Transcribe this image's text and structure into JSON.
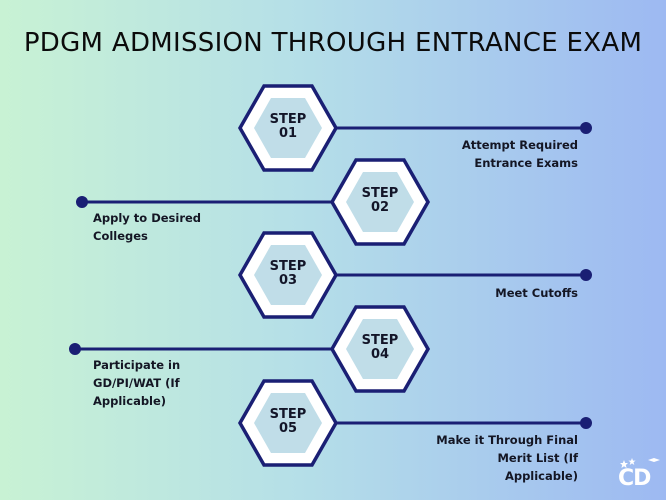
{
  "title": "PDGM ADMISSION THROUGH ENTRANCE EXAM",
  "steps": [
    {
      "label_line1": "STEP",
      "label_line2": "01",
      "text_lines": [
        "Attempt Required",
        "Entrance Exams"
      ]
    },
    {
      "label_line1": "STEP",
      "label_line2": "02",
      "text_lines": [
        "Apply to Desired",
        "Colleges"
      ]
    },
    {
      "label_line1": "STEP",
      "label_line2": "03",
      "text_lines": [
        "Meet Cutoffs"
      ]
    },
    {
      "label_line1": "STEP",
      "label_line2": "04",
      "text_lines": [
        "Participate in",
        "GD/PI/WAT (If",
        "Applicable)"
      ]
    },
    {
      "label_line1": "STEP",
      "label_line2": "05",
      "text_lines": [
        "Make it Through Final",
        "Merit List (If",
        "Applicable)"
      ]
    }
  ],
  "logo": {
    "text": "CD"
  },
  "colors": {
    "hex_stroke": "#1a1f74",
    "hex_fill_outer": "#ffffff",
    "hex_fill_inner": "#c0dde8",
    "line": "#1a1f74"
  }
}
